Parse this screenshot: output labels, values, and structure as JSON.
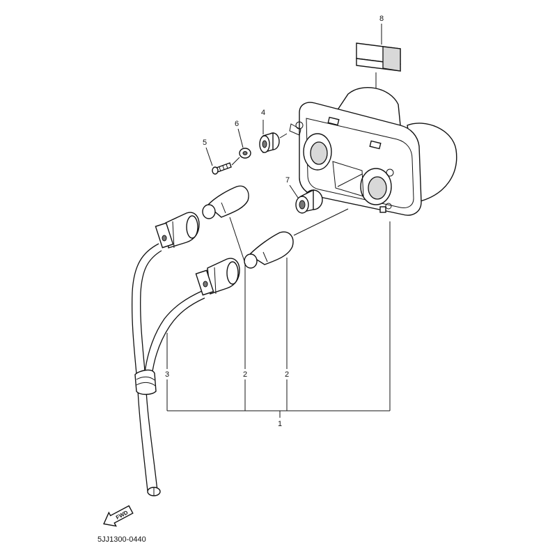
{
  "callouts": [
    {
      "id": "c8",
      "label": "8"
    },
    {
      "id": "c4",
      "label": "4"
    },
    {
      "id": "c6",
      "label": "6"
    },
    {
      "id": "c5",
      "label": "5"
    },
    {
      "id": "c7",
      "label": "7"
    },
    {
      "id": "c3",
      "label": "3"
    },
    {
      "id": "c2a",
      "label": "2"
    },
    {
      "id": "c2b",
      "label": "2"
    },
    {
      "id": "c1",
      "label": "1"
    }
  ],
  "fwd_label": "FWD",
  "drawing_code": "5JJ1300-0440"
}
